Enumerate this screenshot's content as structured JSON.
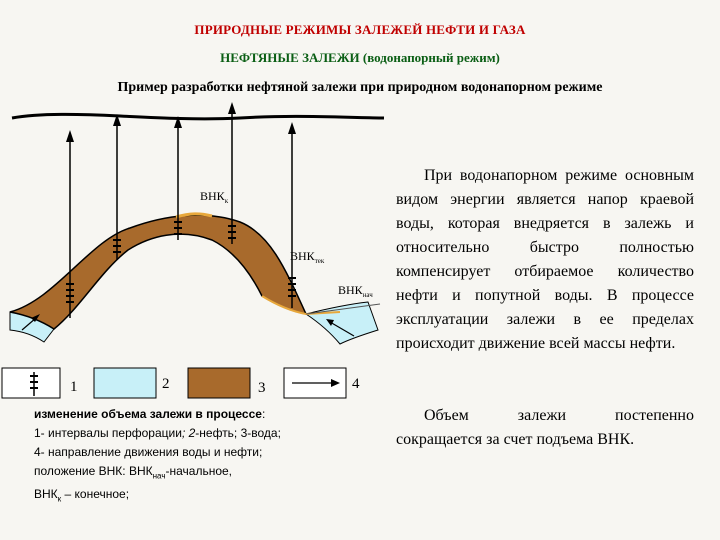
{
  "header": {
    "title": "ПРИРОДНЫЕ РЕЖИМЫ ЗАЛЕЖЕЙ НЕФТИ И ГАЗА",
    "subtitle": "НЕФТЯНЫЕ ЗАЛЕЖИ",
    "subtitle_note": "(водонапорный режим)",
    "heading": "Пример разработки нефтяной залежи при природном водонапорном режиме"
  },
  "diagram": {
    "labels": {
      "vnk_k": "ВНК",
      "vnk_k_sub": "к",
      "vnk_tek": "ВНК",
      "vnk_tek_sub": "тек",
      "vnk_nach": "ВНК",
      "vnk_nach_sub": "нач"
    },
    "legend": [
      "1",
      "2",
      "3",
      "4"
    ]
  },
  "caption": {
    "heading": "изменение объема залежи в процессе",
    "heading_colon": ":",
    "line1a": "1- интервалы перфорации",
    "line1b": "; 2",
    "line1c": "-нефть; 3-вода;",
    "line2": " 4- направление движения воды и нефти;",
    "line3a": "положение ВНК: ВНК",
    "line3_sub": "нач",
    "line3b": "-начальное,",
    "line4a": "ВНК",
    "line4_sub": "к",
    "line4b": " – конечное;"
  },
  "text": {
    "para1": "При водонапорном режиме основным видом энергии является напор краевой воды, которая внедряется в залежь и относительно быстро полностью компенсирует отбираемое количество нефти и попутной воды. В процессе эксплуатации залежи в ее пределах происходит движение всей массы нефти.",
    "para2": "Объем залежи постепенно сокращается за счет подъема ВНК."
  },
  "colors": {
    "title": "#c00000",
    "subtitle": "#0a5e14",
    "oil": "#a86a2c",
    "water": "#c8f0f8",
    "oil_top": "#e8a83c"
  }
}
